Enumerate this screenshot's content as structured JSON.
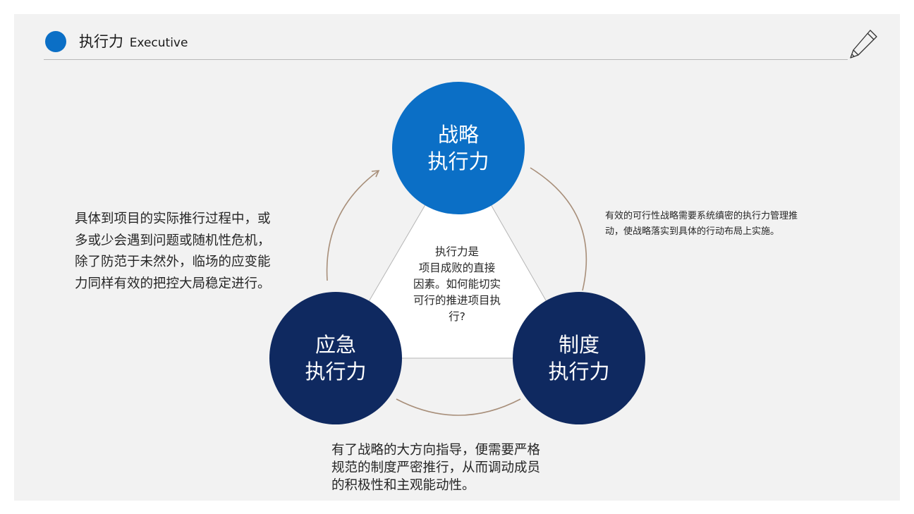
{
  "header": {
    "title": "执行力",
    "subtitle": "Executive"
  },
  "center": {
    "line1": "执行力是",
    "line2": "项目成败的直接",
    "line3": "因素。如何能切实",
    "line4": "可行的推进项目执",
    "line5": "行?"
  },
  "nodes": {
    "strategy": {
      "line1": "战略",
      "line2": "执行力"
    },
    "emergency": {
      "line1": "应急",
      "line2": "执行力"
    },
    "system": {
      "line1": "制度",
      "line2": "执行力"
    }
  },
  "descriptions": {
    "emergency": {
      "line1": "具体到项目的实际推行过程中，或",
      "line2": "多或少会遇到问题或随机性危机，",
      "line3": "除了防范于未然外，临场的应变能",
      "line4": "力同样有效的把控大局稳定进行。"
    },
    "strategy": {
      "line1": "有效的可行性战略需要系统缜密的执行力管理推",
      "line2": "动，使战略落实到具体的行动布局上实施。"
    },
    "system": {
      "line1": "有了战略的大方向指导，便需要严格",
      "line2": "规范的制度严密推行，从而调动成员",
      "line3": "的积极性和主观能动性。"
    }
  },
  "icons": {
    "header_dot": "circle-bullet-icon",
    "pen": "pen-icon"
  },
  "colors": {
    "accent_blue": "#0b6fc6",
    "navy": "#0f2960",
    "connector": "#a88f7a",
    "background": "#f2f2f2"
  }
}
